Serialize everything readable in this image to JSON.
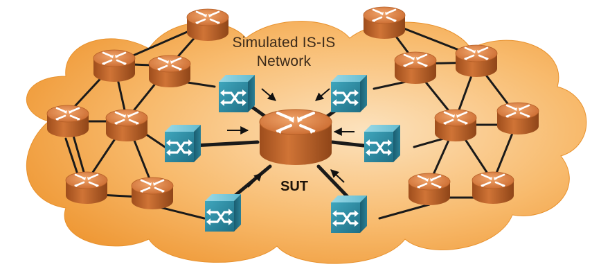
{
  "diagram": {
    "title_line1": "Simulated IS-IS",
    "title_line2": "Network",
    "center_label": "SUT"
  },
  "colors": {
    "cloud": "#f5a94f",
    "cloud_light": "#fbd39a",
    "router": "#c66a2c",
    "router_top": "#e28a47",
    "switch": "#2f8fa6",
    "switch_top": "#6ec2d6",
    "link": "#1a1a1a"
  },
  "icons": {
    "router": "router-icon",
    "switch": "switch-icon",
    "arrow": "arrow-icon"
  }
}
